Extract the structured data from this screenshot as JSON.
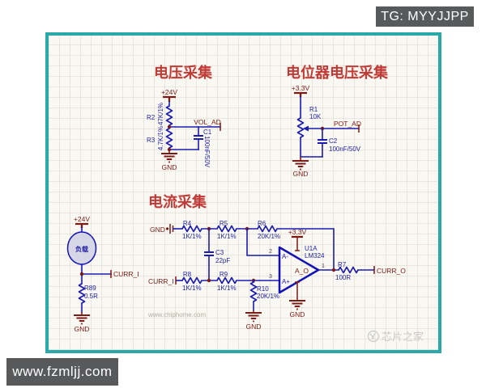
{
  "overlays": {
    "tg_badge": "TG: MYYJJPP",
    "site_badge": "www.fzmljj.com",
    "chiphome_watermark": "www.chiphome.com",
    "brand_watermark": "芯片之家"
  },
  "colors": {
    "frame_teal": "#2aa9a8",
    "badge_gray": "#58595b",
    "wire_blue": "#1b1bb0",
    "label_red": "#7c1a15",
    "title_red": "#c23a35"
  },
  "labels": {
    "gnd": "GND"
  },
  "sections": {
    "voltage": {
      "title": "电压采集",
      "power": "+24V",
      "port": "VOL_AD",
      "r2": {
        "ref": "R2",
        "value": "47K/1%"
      },
      "r3": {
        "ref": "R3",
        "value": "4.7K/1%"
      },
      "c1": {
        "ref": "C1",
        "value": "100nF/50V"
      }
    },
    "pot": {
      "title": "电位器电压采集",
      "power": "+3.3V",
      "port": "POT_AD",
      "r1": {
        "ref": "R1",
        "value": "10K"
      },
      "c2": {
        "ref": "C2",
        "value": "100nF/50V"
      }
    },
    "current": {
      "title": "电流采集",
      "load": {
        "power": "+24V",
        "label": "负载",
        "port": "CURR_I",
        "r89": {
          "ref": "R89",
          "value": "0.5R"
        }
      },
      "in_top_port": "GND",
      "in_bottom_port": "CURR_I",
      "out_port": "CURR_O",
      "r4": {
        "ref": "R4",
        "value": "1K/1%"
      },
      "r5": {
        "ref": "R5",
        "value": "1K/1%"
      },
      "r6": {
        "ref": "R6",
        "value": "20K/1%"
      },
      "r8": {
        "ref": "R8",
        "value": "1K/1%"
      },
      "r9": {
        "ref": "R9",
        "value": "1K/1%"
      },
      "r10": {
        "ref": "R10",
        "value": "20K/1%"
      },
      "r7": {
        "ref": "R7",
        "value": "100R"
      },
      "c3": {
        "ref": "C3",
        "value": "22pF"
      },
      "opamp": {
        "ref": "U1A",
        "part": "LM324",
        "power": "+3.3V",
        "out_net": "A_O",
        "pin_inv": "2",
        "pin_noninv": "3",
        "pin_out": "1",
        "inv_label": "A-",
        "noninv_label": "A+"
      }
    }
  }
}
